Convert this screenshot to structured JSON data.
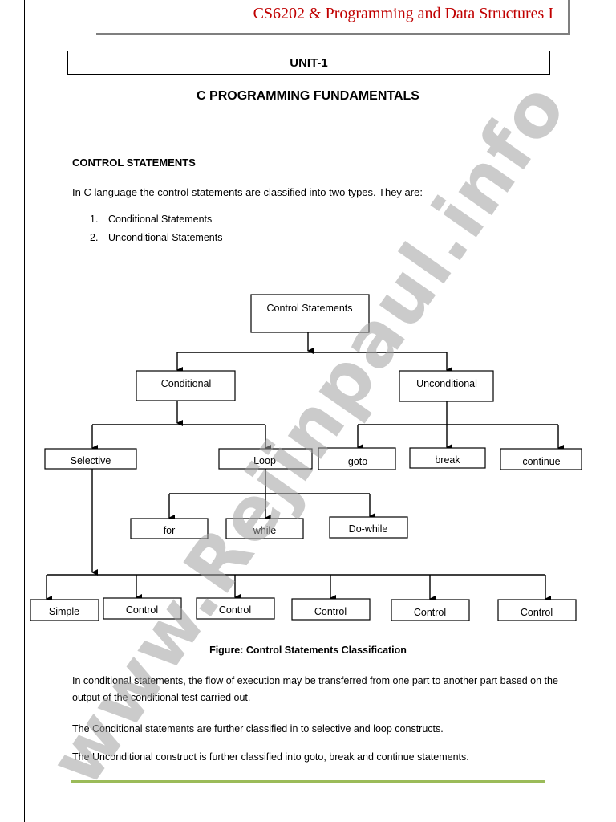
{
  "header": {
    "title": "CS6202 & Programming and Data Structures I"
  },
  "unit": "UNIT-1",
  "chapter": "C PROGRAMMING FUNDAMENTALS",
  "section_heading": "CONTROL STATEMENTS",
  "intro": "In C language the control statements are classified into two types. They are:",
  "types": [
    {
      "num": "1.",
      "label": "Conditional Statements"
    },
    {
      "num": "2.",
      "label": "Unconditional Statements"
    }
  ],
  "diagram": {
    "root": "Control Statements",
    "conditional": "Conditional",
    "unconditional": "Unconditional",
    "selective": "Selective",
    "loop": "Loop",
    "goto": "goto",
    "break": "break",
    "continue": "continue",
    "for": "for",
    "while": "while",
    "do_while": "Do-while",
    "simple": "Simple",
    "control": "Control"
  },
  "caption": "Figure: Control Statements Classification",
  "paragraphs": [
    "In conditional statements, the flow of execution may be transferred from one part to another part based on the output of the conditional test carried out.",
    "The Conditional statements are further classified in to selective and loop constructs.",
    "The Unconditional construct is further classified into goto, break and continue statements."
  ],
  "watermark": "www.Rejinpaul.info",
  "colors": {
    "header_text": "#c00000",
    "footer_rule": "#9bbb59",
    "watermark": "#a0a0a0"
  }
}
